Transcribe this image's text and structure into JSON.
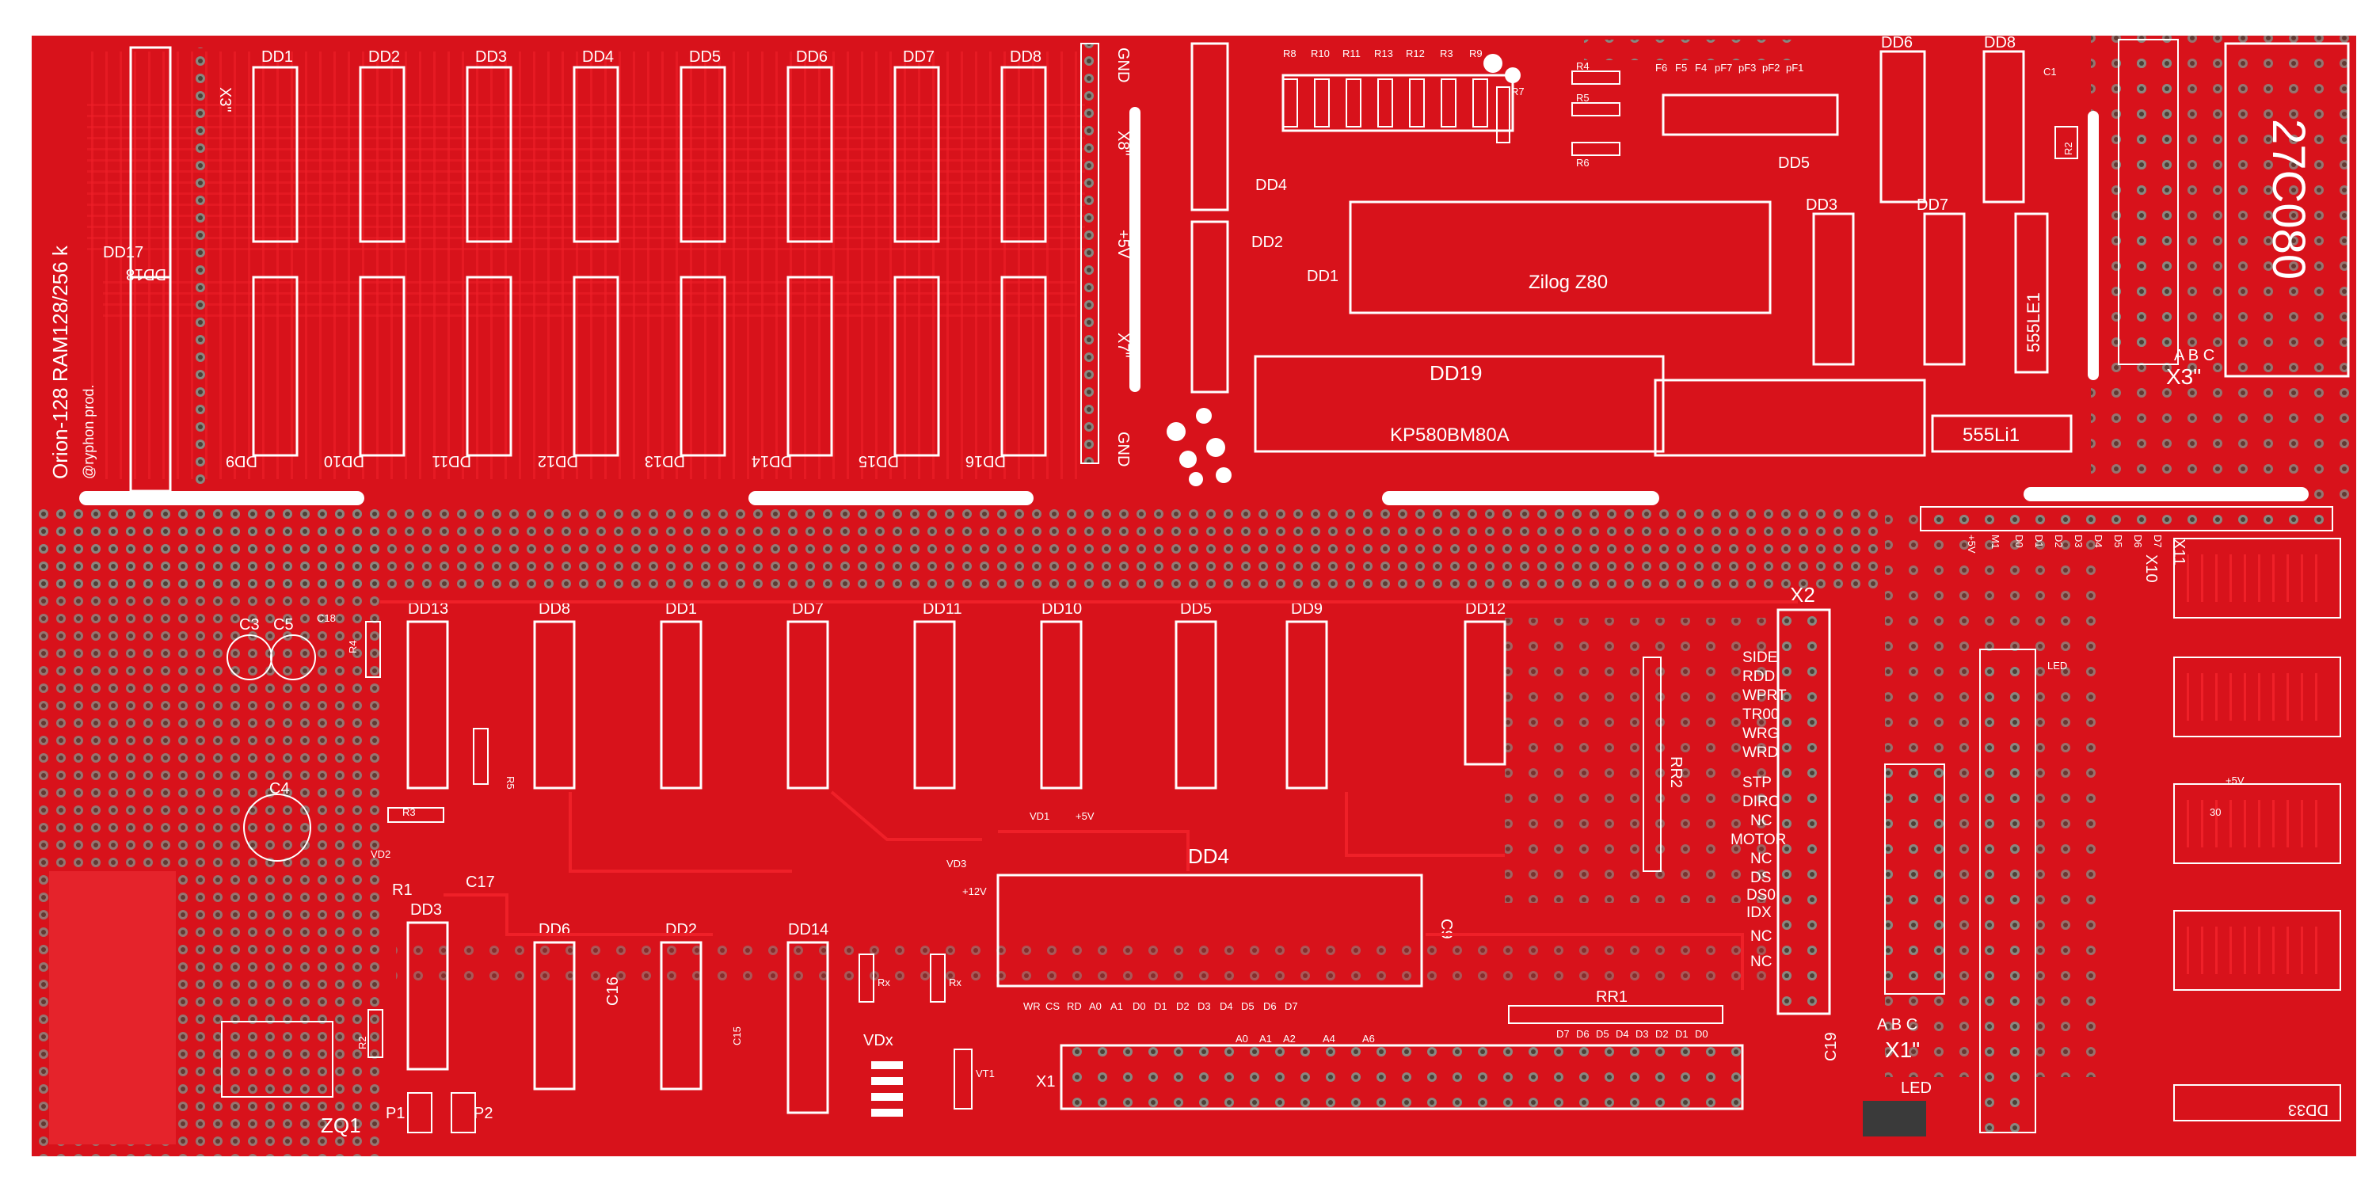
{
  "board": {
    "colors": {
      "pcb": "#d8121b",
      "trace": "#ef2028",
      "silk": "#ffffff",
      "hole": "#6b5a4e",
      "copper_pad": "#8a8780",
      "bg": "#ffffff"
    },
    "side_label_1": "Orion-128  RAM128/256 k",
    "side_label_2": "@ryphon prod.",
    "rom_label": "27C080",
    "top_left": {
      "header_label": "X3\"",
      "ram_top": [
        "DD1",
        "DD2",
        "DD3",
        "DD4",
        "DD5",
        "DD6",
        "DD7",
        "DD8"
      ],
      "ram_bottom": [
        "DD9",
        "DD10",
        "DD11",
        "DD12",
        "DD13",
        "DD14",
        "DD15",
        "DD16"
      ],
      "dd17": "DD17",
      "dd18": "DD18",
      "power_labels": [
        "GND",
        "X8\"",
        "+5V",
        "X7\"",
        "GND"
      ]
    },
    "top_middle": {
      "resistors": [
        "R8",
        "R10",
        "R11",
        "R13",
        "R12",
        "R3",
        "R9",
        "R7"
      ],
      "r_side": [
        "R4",
        "R5",
        "R6"
      ],
      "fn_labels": [
        "F6",
        "F5",
        "F4",
        "pF7",
        "pF3",
        "pF2",
        "pF1"
      ],
      "dd4": "DD4",
      "dd2": "DD2",
      "dd1": "DD1",
      "dd5": "DD5",
      "dd3": "DD3",
      "dd7": "DD7",
      "dd6": "DD6",
      "dd8": "DD8",
      "z80": "Zilog Z80",
      "dd19": "DD19",
      "kp": "KP580BM80A",
      "le1": "555LE1",
      "li1": "555Li1",
      "c1": "C1",
      "r2": "R2",
      "x3": "X3\"",
      "abc": "A B C"
    },
    "main": {
      "chips_row1": [
        "DD13",
        "DD8",
        "DD1",
        "DD7",
        "DD11",
        "DD10",
        "DD5",
        "DD9",
        "DD12"
      ],
      "chips_row2": [
        "DD3",
        "DD6",
        "DD2",
        "DD14"
      ],
      "dd4": "DD4",
      "caps": [
        "C3",
        "C5",
        "C4",
        "C17",
        "C16",
        "C15",
        "C9",
        "C19",
        "C18"
      ],
      "resistors": [
        "R4",
        "R5",
        "R3",
        "R1",
        "R2",
        "Rx",
        "Rx"
      ],
      "vd": [
        "VD1",
        "VD2",
        "VD3",
        "VDx"
      ],
      "x1": "X1",
      "x1b": "X1\"",
      "x2": "X2",
      "rr1": "RR1",
      "rr2": "RR2",
      "zq1": "ZQ1",
      "p1": "P1",
      "p2": "P2",
      "led": "LED",
      "led2": "LED",
      "vt1": "VT1",
      "dd33": "DD33",
      "plus5v": "+5V",
      "plus12v": "+12V",
      "x2_pins": [
        "SIDE",
        "RDD",
        "WPRT",
        "TR00",
        "WRG",
        "WRD",
        "STP",
        "DIRC",
        "NC",
        "MOTOR",
        "NC",
        "DS",
        "DS0",
        "IDX",
        "NC",
        "NC"
      ],
      "bus_addr": [
        "WR",
        "CS",
        "RD",
        "A0",
        "A1",
        "D0",
        "D1",
        "D2",
        "D3",
        "D4",
        "D5",
        "D6",
        "D7"
      ],
      "bus_addr2": [
        "A0",
        "A1",
        "A2",
        "A4",
        "A6"
      ],
      "rr1_bus": [
        "D7",
        "D6",
        "D5",
        "D4",
        "D3",
        "D2",
        "D1",
        "D0"
      ],
      "right_strip": [
        "+5V",
        "M1",
        "D0",
        "D1",
        "D2",
        "D3",
        "D4",
        "D5",
        "D6",
        "D7"
      ],
      "right_x11": "X11",
      "x10": "X10",
      "abc": "A B C",
      "plus5v_small": "+5V",
      "n30": "30"
    }
  }
}
